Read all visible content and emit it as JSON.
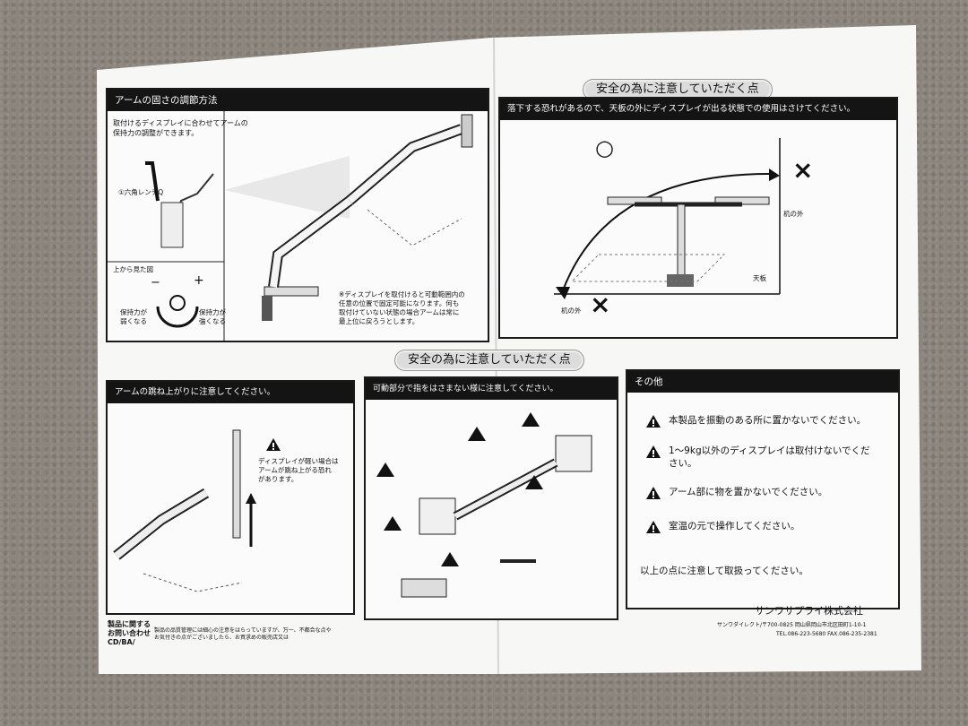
{
  "top_left_panel": {
    "title": "アームの固さの調節方法",
    "instruction": [
      "取付けるディスプレイに合わせてアームの",
      "保持力の調整ができます。"
    ],
    "wrench_label": "①六角レンチQ",
    "top_view_label": "上から見た図",
    "minus_sign": "−",
    "plus_sign": "+",
    "weaker_label": [
      "保持力が",
      "弱くなる"
    ],
    "stronger_label": [
      "保持力が",
      "強くなる"
    ],
    "footnote": [
      "※ディスプレイを取付けると可動範囲内の",
      "任意の位置で固定可能になります。何も",
      "取付けていない状態の場合アームは常に",
      "最上位に戻ろうとします。"
    ]
  },
  "top_right_panel": {
    "banner": "安全の為に注意していただく点",
    "title": "落下する恐れがあるので、天板の外にディスプレイが出る状態での使用はさけてください。",
    "ok_mark": "○",
    "ng_mark": "×",
    "outside_desk_label": "机の外",
    "desk_label": "天板"
  },
  "middle_banner": "安全の為に注意していただく点",
  "bottom_left_panel": {
    "title": "アームの跳ね上がりに注意してください。",
    "warning": [
      "ディスプレイが軽い場合は",
      "アームが跳ね上がる恐れ",
      "があります。"
    ]
  },
  "bottom_middle_panel": {
    "title": "可動部分で指をはさまない様に注意してください。"
  },
  "bottom_right_panel": {
    "title": "その他",
    "items": [
      "本製品を振動のある所に置かないでください。",
      "1～9kg以外のディスプレイは取付けないでください。",
      "アーム部に物を置かないでください。",
      "室温の元で操作してください。"
    ],
    "closing": "以上の点に注意して取扱ってください。"
  },
  "footer": {
    "product_inquiry": [
      "製品に関する",
      "お問い合わせ",
      "CD/BA/"
    ],
    "disclaimer": [
      "製品の品質管理には細心の注意をはらっていますが、万一、不都合な点や",
      "お気付きの点がございましたら、お買求めの販売店又は"
    ],
    "company": "サンワサプライ株式会社",
    "address": "サンワダイレクト/〒700-0825 岡山県岡山市北区田町1-10-1",
    "phone": "TEL.086-223-5680  FAX.086-235-2381"
  },
  "colors": {
    "paper": "#fbfbfb",
    "ink": "#141414",
    "carpet": "#8b857d",
    "banner": "#dcdcdc"
  }
}
